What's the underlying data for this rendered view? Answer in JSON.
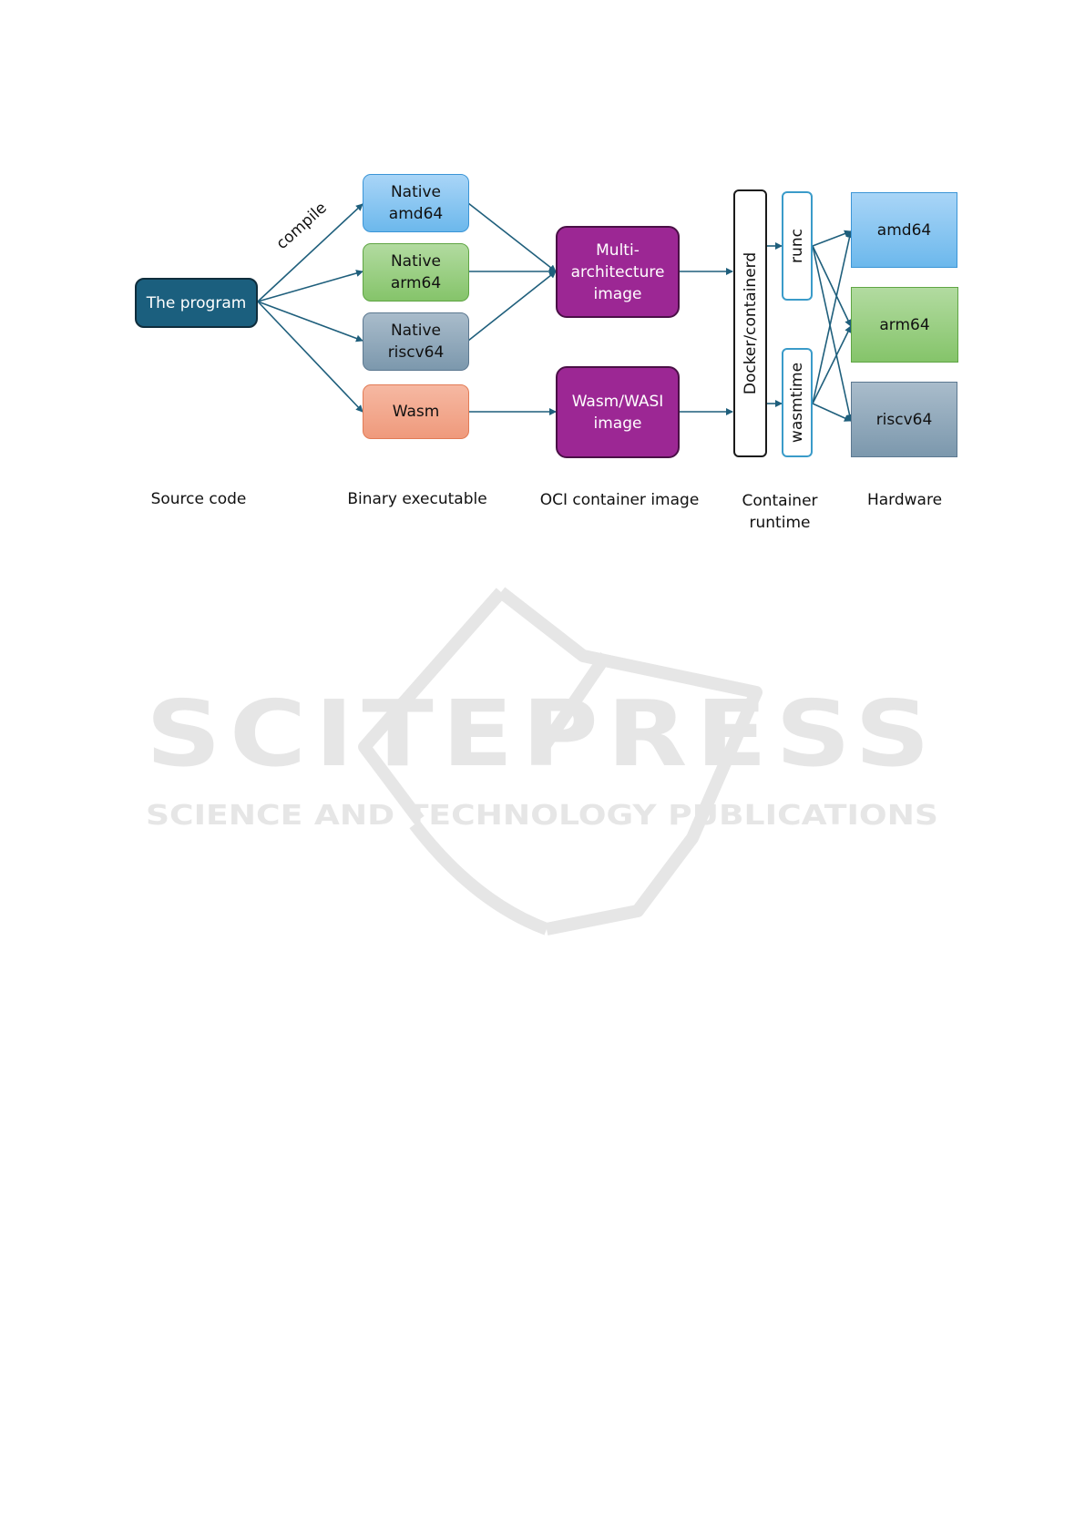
{
  "nodes": {
    "program": "The program",
    "bin_amd64": "Native\namd64",
    "bin_arm64": "Native\narm64",
    "bin_riscv64": "Native\nriscv64",
    "bin_wasm": "Wasm",
    "oci_multi": "Multi-\narchitecture\nimage",
    "oci_wasm": "Wasm/WASI\nimage",
    "runtime_main": "Docker/containerd",
    "runtime_runc": "runc",
    "runtime_wasmtime": "wasmtime",
    "hw_amd64": "amd64",
    "hw_arm64": "arm64",
    "hw_riscv64": "riscv64"
  },
  "edge_labels": {
    "compile": "compile"
  },
  "columns": {
    "source": "Source code",
    "binary": "Binary executable",
    "oci": "OCI container image",
    "runtime": "Container\nruntime",
    "hardware": "Hardware"
  },
  "watermark": {
    "title": "SCITEPRESS",
    "subtitle": "SCIENCE AND TECHNOLOGY PUBLICATIONS"
  },
  "colors": {
    "program": "#1b5f7e",
    "oci": "#9c2794",
    "amd64": "#8ec8f2",
    "arm64": "#9dd086",
    "riscv64": "#93aabd",
    "wasm": "#f2a98f",
    "arrow": "#1f5f7c"
  }
}
